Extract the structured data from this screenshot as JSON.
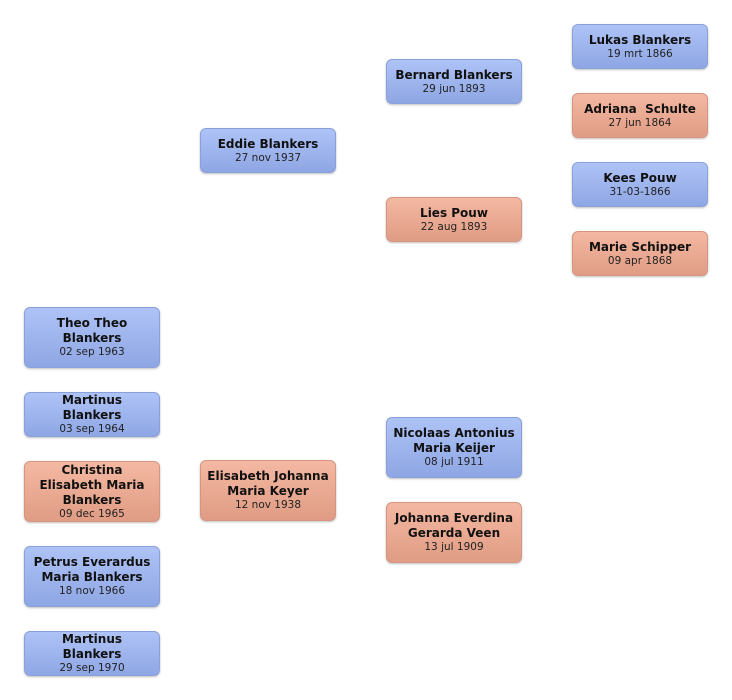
{
  "people": {
    "lukas": {
      "name": "Lukas Blankers",
      "date": "19 mrt 1866"
    },
    "adriana": {
      "name": "Adriana  Schulte",
      "date": "27 jun 1864"
    },
    "kees": {
      "name": "Kees Pouw",
      "date": "31-03-1866"
    },
    "marie": {
      "name": "Marie Schipper",
      "date": "09 apr 1868"
    },
    "bernard": {
      "name": "Bernard Blankers",
      "date": "29 jun 1893"
    },
    "lies": {
      "name": "Lies Pouw",
      "date": "22 aug 1893"
    },
    "eddie": {
      "name": "Eddie Blankers",
      "date": "27 nov 1937"
    },
    "nicolaas": {
      "name": "Nicolaas Antonius Maria Keijer",
      "date": "08 jul 1911"
    },
    "johanna": {
      "name": "Johanna Everdina Gerarda Veen",
      "date": "13 jul 1909"
    },
    "elisabeth": {
      "name": "Elisabeth Johanna Maria Keyer",
      "date": "12 nov 1938"
    },
    "theo": {
      "name": "Theo Theo Blankers",
      "date": "02 sep 1963"
    },
    "martinus1": {
      "name": "Martinus Blankers",
      "date": "03 sep 1964"
    },
    "christina": {
      "name": "Christina Elisabeth Maria Blankers",
      "date": "09 dec 1965"
    },
    "petrus": {
      "name": "Petrus Everardus Maria Blankers",
      "date": "18 nov 1966"
    },
    "martinus2": {
      "name": "Martinus Blankers",
      "date": "29 sep 1970"
    }
  }
}
